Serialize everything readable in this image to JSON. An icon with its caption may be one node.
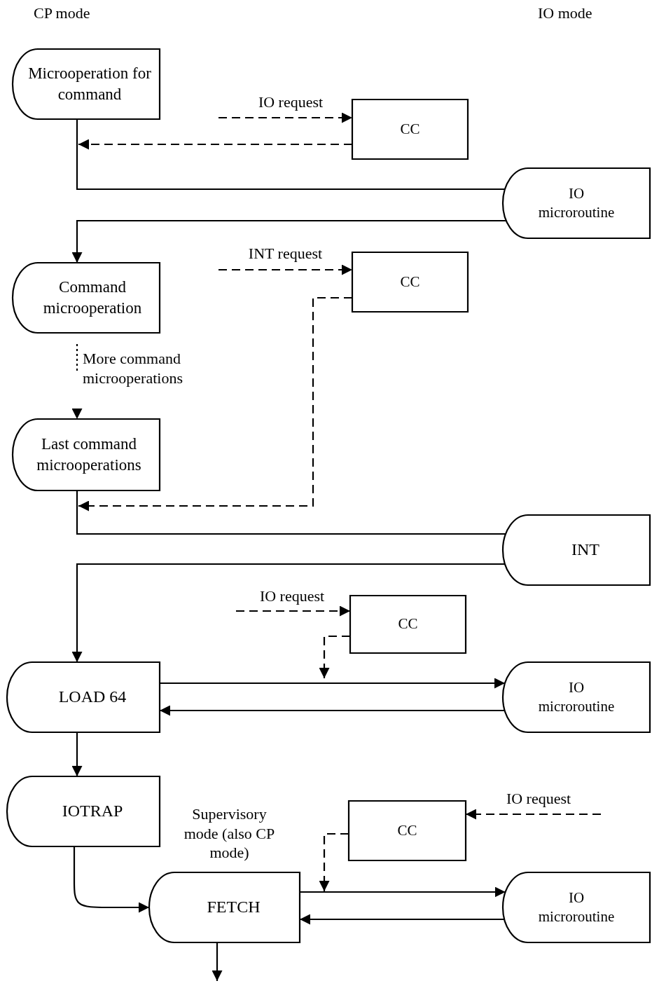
{
  "diagram": {
    "nodes": [
      {
        "text": [
          "Microoperation for command"
        ]
      },
      {
        "text": [
          "CC"
        ]
      },
      {
        "text": [
          "IO microroutine"
        ]
      },
      {
        "text": [
          "Command microoperation"
        ]
      },
      {
        "text": [
          "CC"
        ]
      },
      {
        "text": [
          "Last command microoperations"
        ]
      },
      {
        "text": [
          "INT"
        ]
      },
      {
        "text": [
          "CC"
        ]
      },
      {
        "text": [
          "LOAD 64"
        ]
      },
      {
        "text": [
          "IO microroutine"
        ]
      },
      {
        "text": [
          "IOTRAP"
        ]
      },
      {
        "text": [
          "CC"
        ]
      },
      {
        "text": [
          "FETCH"
        ],
        "beside": [
          "Supervisory mode (also CP mode)"
        ]
      },
      {
        "text": [
          "IO microroutine"
        ]
      }
    ],
    "edges": [
      {
        "from": null,
        "to": 1,
        "arrow": "to",
        "style": "dashed",
        "label": "IO request"
      },
      {
        "from": 1,
        "to": 0,
        "arrow": "to",
        "style": "dashed"
      },
      {
        "from": 0,
        "to": 2,
        "arrow": "none"
      },
      {
        "from": 2,
        "to": 3,
        "arrow": "to"
      },
      {
        "from": null,
        "to": 4,
        "arrow": "to",
        "style": "dashed",
        "label": "INT request"
      },
      {
        "from": 4,
        "to": 5,
        "arrow": "to",
        "style": "dashed"
      },
      {
        "from": 3,
        "to": 5,
        "arrow": "to",
        "style": "dashed",
        "label": "More command microoperations"
      },
      {
        "from": 5,
        "to": 6,
        "arrow": "none"
      },
      {
        "from": 6,
        "to": 8,
        "arrow": "to"
      },
      {
        "from": null,
        "to": 7,
        "arrow": "to",
        "style": "dashed",
        "label": "IO request"
      },
      {
        "from": 7,
        "to": null,
        "arrow": "to",
        "style": "dashed"
      },
      {
        "from": 8,
        "to": 9,
        "arrow": "to"
      },
      {
        "from": 9,
        "to": 8,
        "arrow": "to"
      },
      {
        "from": 8,
        "to": 10,
        "arrow": "to"
      },
      {
        "from": null,
        "to": 11,
        "arrow": "to",
        "style": "dashed",
        "label": "IO request"
      },
      {
        "from": 11,
        "to": 12,
        "arrow": "to",
        "style": "dashed"
      },
      {
        "from": 10,
        "to": 12,
        "arrow": "to"
      },
      {
        "from": 12,
        "to": 13,
        "arrow": "to"
      },
      {
        "from": 13,
        "to": 12,
        "arrow": "to"
      },
      {
        "from": 12,
        "to": null,
        "arrow": "to"
      }
    ],
    "labels": [
      "CP mode",
      "IO mode"
    ]
  }
}
